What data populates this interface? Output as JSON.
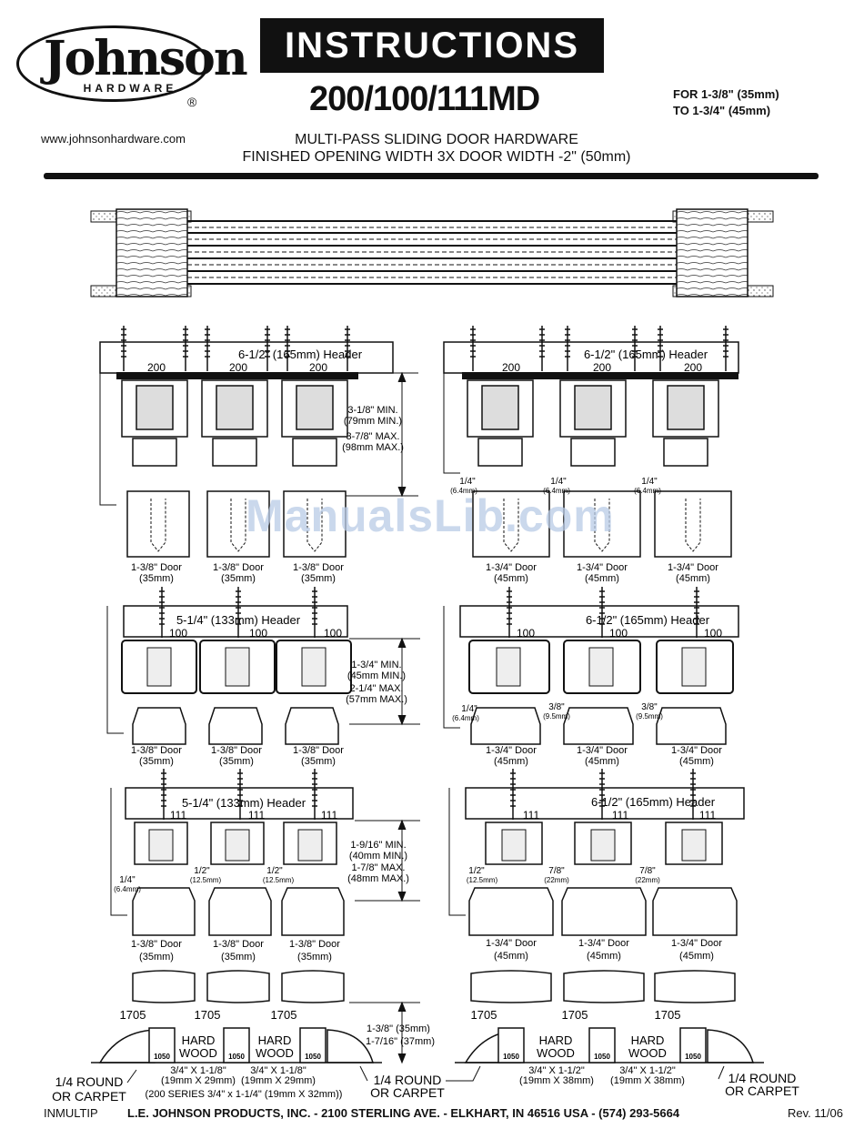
{
  "header": {
    "logo_name": "Johnson",
    "logo_sub": "HARDWARE",
    "registered": "®",
    "website": "www.johnsonhardware.com",
    "title": "INSTRUCTIONS",
    "model": "200/100/111MD",
    "for_line1": "FOR 1-3/8\" (35mm)",
    "for_line2": "TO 1-3/4\" (45mm)",
    "subtitle1": "MULTI-PASS SLIDING DOOR HARDWARE",
    "subtitle2": "FINISHED OPENING WIDTH 3X DOOR WIDTH -2\" (50mm)"
  },
  "watermark": "ManualsLib.com",
  "row200": {
    "left_header": "6-1/2\" (165mm) Header",
    "right_header": "6-1/2\" (165mm) Header",
    "track_label": "200",
    "gap_min": "3-1/8\" MIN.",
    "gap_min_mm": "(79mm MIN.)",
    "gap_max": "3-7/8\" MAX.",
    "gap_max_mm": "(98mm MAX.)",
    "spacing": "1/4\"",
    "spacing_mm": "(6.4mm)",
    "left_door": "1-3/8\" Door",
    "left_door_mm": "(35mm)",
    "right_door": "1-3/4\" Door",
    "right_door_mm": "(45mm)"
  },
  "row100": {
    "left_header": "5-1/4\" (133mm) Header",
    "right_header": "6-1/2\" (165mm) Header",
    "track_label": "100",
    "gap_min": "1-3/4\" MIN.",
    "gap_min_mm": "(45mm MIN.)",
    "gap_max": "2-1/4\" MAX.",
    "gap_max_mm": "(57mm MAX.)",
    "spacing_a": "1/4\"",
    "spacing_a_mm": "(6.4mm)",
    "spacing_b": "3/8\"",
    "spacing_b_mm": "(9.5mm)",
    "left_door": "1-3/8\" Door",
    "left_door_mm": "(35mm)",
    "right_door": "1-3/4\" Door",
    "right_door_mm": "(45mm)"
  },
  "row111": {
    "left_header": "5-1/4\" (133mm) Header",
    "right_header": "6-1/2\" (165mm) Header",
    "track_label": "111",
    "gap_min": "1-9/16\" MIN.",
    "gap_min_mm": "(40mm MIN.)",
    "gap_max": "1-7/8\" MAX.",
    "gap_max_mm": "(48mm MAX.)",
    "spacing_a": "1/4\"",
    "spacing_a_mm": "(6.4mm)",
    "spacing_b": "1/2\"",
    "spacing_b_mm": "(12.5mm)",
    "spacing_c": "7/8\"",
    "spacing_c_mm": "(22mm)",
    "left_door": "1-3/8\" Door",
    "left_door_mm": "(35mm)",
    "right_door": "1-3/4\" Door",
    "right_door_mm": "(45mm)"
  },
  "floor": {
    "guide_label": "1705",
    "block_label": "1050",
    "wood_label1": "HARD",
    "wood_label2": "WOOD",
    "gap1": "1-3/8\" (35mm)",
    "gap2": "1-7/16\" (37mm)",
    "left_size": "3/4\" X 1-1/8\"",
    "left_size_mm": "(19mm X 29mm)",
    "right_size": "3/4\" X 1-1/2\"",
    "right_size_mm": "(19mm X 38mm)",
    "series_note": "(200 SERIES 3/4\" x 1-1/4\" (19mm X 32mm))",
    "round_line1": "1/4 ROUND",
    "round_line2": "OR CARPET"
  },
  "footer": {
    "code": "INMULTIP",
    "company": "L.E. JOHNSON PRODUCTS, INC. - 2100 STERLING AVE. - ELKHART, IN 46516 USA - (574) 293-5664",
    "rev": "Rev. 11/06"
  }
}
